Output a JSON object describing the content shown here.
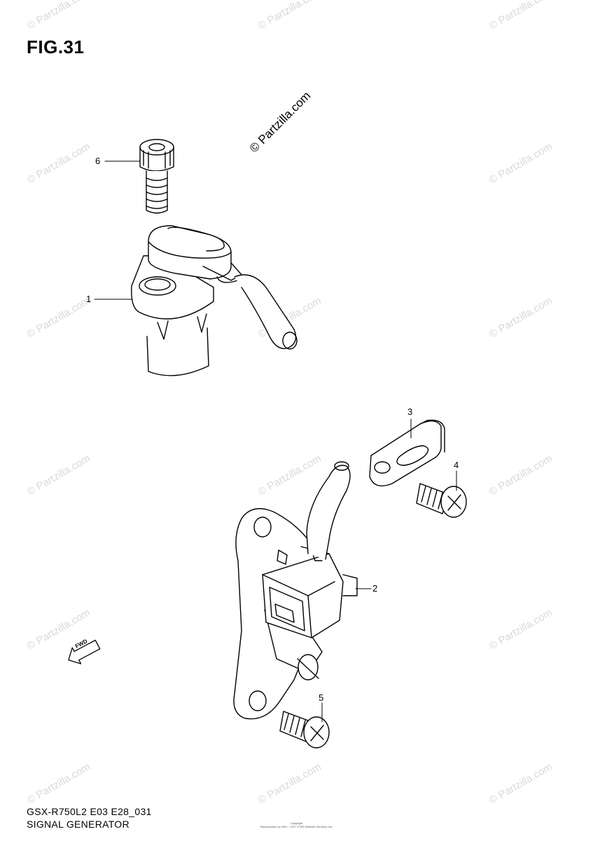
{
  "figure": {
    "title": "FIG.31",
    "watermark_main": "© Partzilla.com",
    "watermark_repeat": "© Partzilla.com"
  },
  "callouts": [
    "6",
    "1",
    "3",
    "4",
    "2",
    "5"
  ],
  "direction_badge": "FWD",
  "footer": {
    "model_code": "GSX-R750L2 E03 E28_031",
    "diagram_name": "SIGNAL GENERATOR",
    "copyright_line1": "Copyright",
    "copyright_line2": "Reproduction by 2001 - 2017 © ARI Network Services, Inc."
  },
  "colors": {
    "line": "#000000",
    "watermark": "#d9d9d9",
    "background": "#ffffff"
  }
}
